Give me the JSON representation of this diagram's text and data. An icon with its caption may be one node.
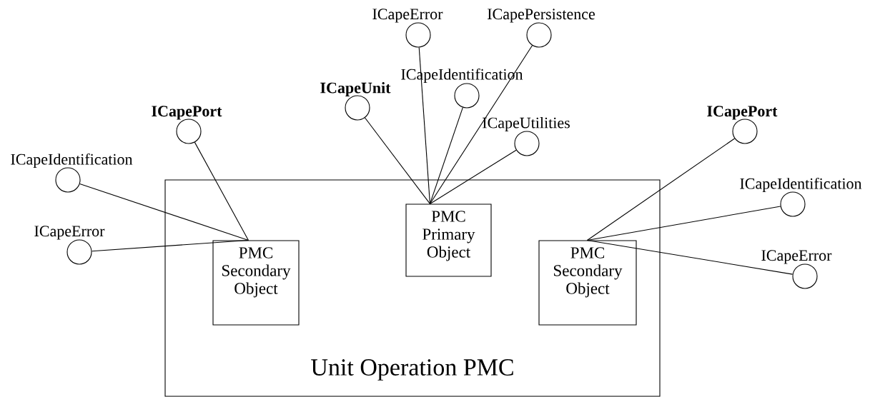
{
  "diagram": {
    "nodes": [
      {
        "text": [
          "Unit Operation PMC"
        ]
      },
      {
        "text": [
          "PMC Secondary Object"
        ],
        "in": 0
      },
      {
        "text": [
          "PMC Primary Object"
        ],
        "in": 0
      },
      {
        "text": [
          "PMC Secondary Object"
        ],
        "in": 0
      },
      {
        "text": [
          "ICapeIdentification"
        ]
      },
      {
        "text": [
          "ICapeError"
        ]
      },
      {
        "text": [
          "ICapePort"
        ]
      },
      {
        "text": [
          "ICapeUnit"
        ]
      },
      {
        "text": [
          "ICapeError"
        ]
      },
      {
        "text": [
          "ICapeIdentification"
        ]
      },
      {
        "text": [
          "ICapePersistence"
        ]
      },
      {
        "text": [
          "ICapeUtilities"
        ]
      },
      {
        "text": [
          "ICapePort"
        ]
      },
      {
        "text": [
          "ICapeIdentification"
        ]
      },
      {
        "text": [
          "ICapeError"
        ]
      }
    ],
    "edges": [
      {
        "from": 1,
        "to": 4,
        "arrow": "none"
      },
      {
        "from": 1,
        "to": 5,
        "arrow": "none"
      },
      {
        "from": 1,
        "to": 6,
        "arrow": "none"
      },
      {
        "from": 2,
        "to": 7,
        "arrow": "none"
      },
      {
        "from": 2,
        "to": 8,
        "arrow": "none"
      },
      {
        "from": 2,
        "to": 9,
        "arrow": "none"
      },
      {
        "from": 2,
        "to": 10,
        "arrow": "none"
      },
      {
        "from": 2,
        "to": 11,
        "arrow": "none"
      },
      {
        "from": 3,
        "to": 12,
        "arrow": "none"
      },
      {
        "from": 3,
        "to": 13,
        "arrow": "none"
      },
      {
        "from": 3,
        "to": 14,
        "arrow": "none"
      }
    ]
  }
}
